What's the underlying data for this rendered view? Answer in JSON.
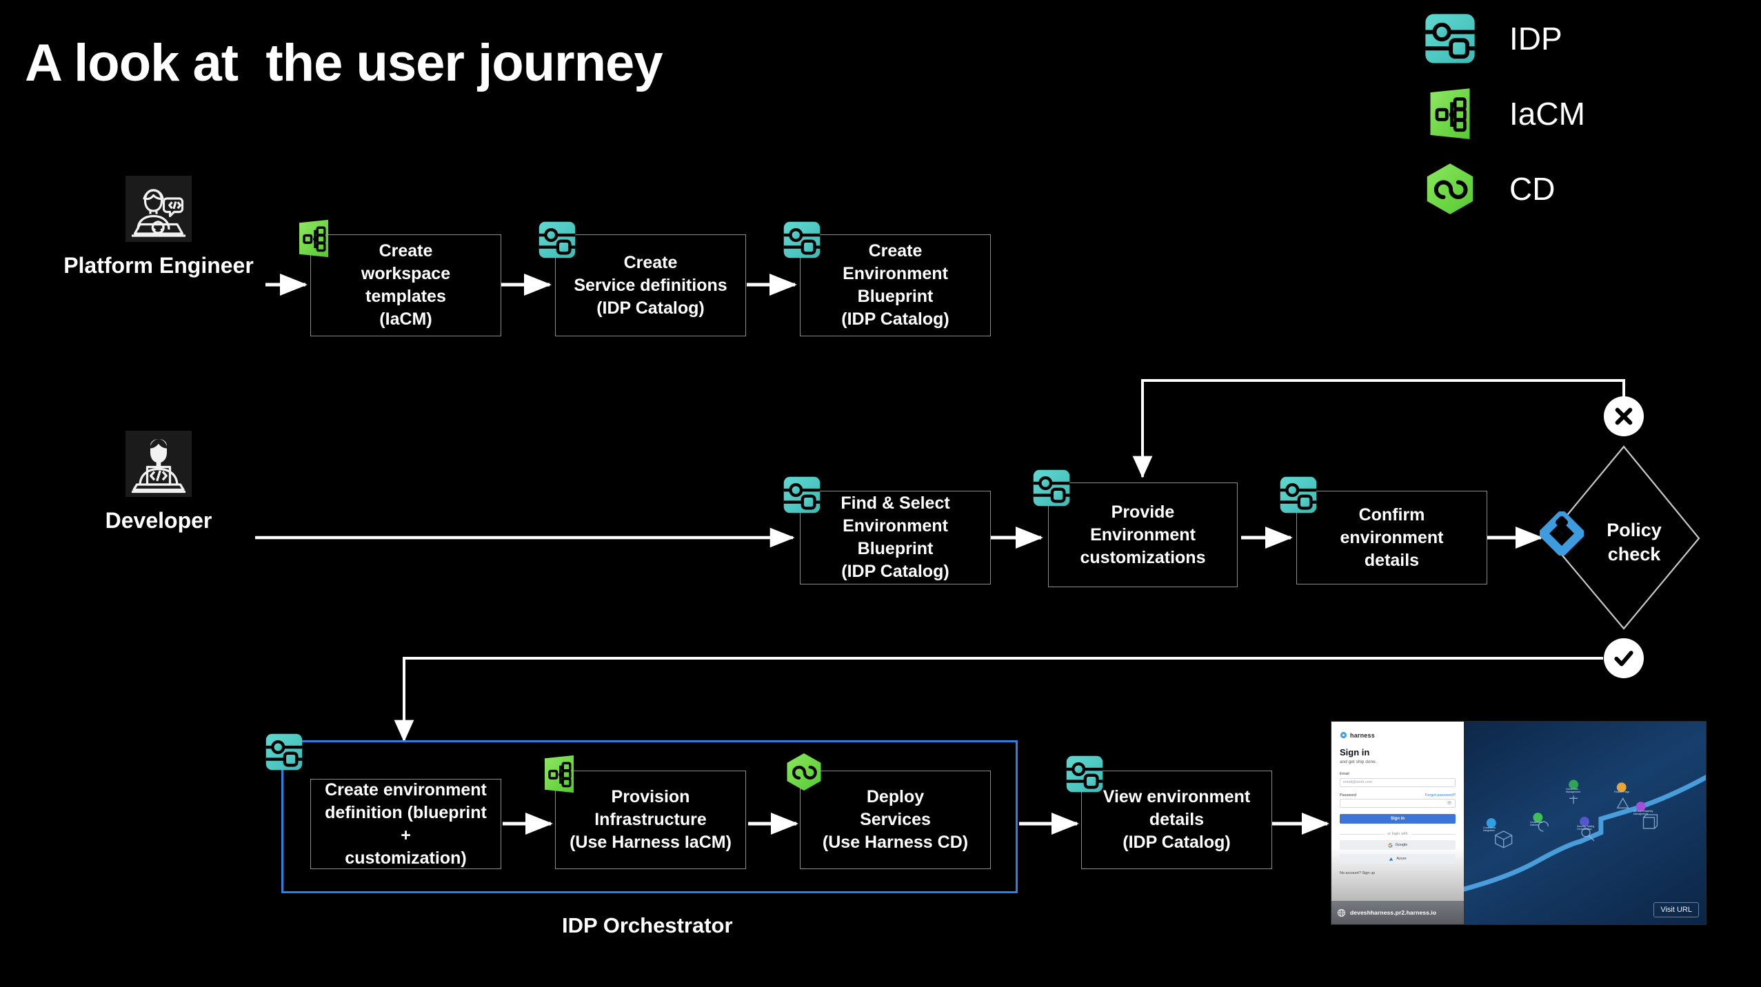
{
  "slide": {
    "title": "A look at  the user journey",
    "background_color": "#000000"
  },
  "legend": {
    "items": [
      {
        "label": "IDP",
        "icon": "idp-module-icon",
        "color": "#4ecfc6"
      },
      {
        "label": "IaCM",
        "icon": "iacm-module-icon",
        "color": "#73dd4c"
      },
      {
        "label": "CD",
        "icon": "cd-module-icon",
        "color": "#6fd44a"
      }
    ]
  },
  "actors": [
    {
      "label": "Platform Engineer",
      "icon": "platform-engineer-avatar"
    },
    {
      "label": "Developer",
      "icon": "developer-avatar"
    }
  ],
  "rows": {
    "platform_engineer": {
      "steps": [
        {
          "badge": "iacm-module-icon",
          "text": "Create\nworkspace templates\n(IaCM)"
        },
        {
          "badge": "idp-module-icon",
          "text": "Create\nService definitions\n(IDP Catalog)"
        },
        {
          "badge": "idp-module-icon",
          "text": "Create\nEnvironment Blueprint\n(IDP Catalog)"
        }
      ]
    },
    "developer": {
      "steps": [
        {
          "badge": "idp-module-icon",
          "text": "Find & Select\nEnvironment Blueprint\n(IDP Catalog)"
        },
        {
          "badge": "idp-module-icon",
          "text": "Provide\nEnvironment\ncustomizations"
        },
        {
          "badge": "idp-module-icon",
          "text": "Confirm environment\ndetails"
        }
      ],
      "decision": {
        "label": "Policy\ncheck",
        "icon": "policy-check-icon",
        "icon_color": "#3d9ce0",
        "fail_marker": "x-circle-icon",
        "pass_marker": "check-circle-icon"
      }
    },
    "orchestrator": {
      "group_label": "IDP Orchestrator",
      "group_border_color": "#2f7fe0",
      "entry_badge": "idp-module-icon",
      "steps": [
        {
          "badge": "",
          "text": "Create environment\ndefinition (blueprint +\ncustomization)"
        },
        {
          "badge": "iacm-module-icon",
          "text": "Provision\nInfrastructure\n(Use Harness IaCM)"
        },
        {
          "badge": "cd-module-icon",
          "text": "Deploy\nServices\n(Use Harness CD)"
        }
      ],
      "outside_step": {
        "badge": "idp-module-icon",
        "text": "View environment\ndetails\n(IDP Catalog)"
      }
    }
  },
  "preview": {
    "brand": "harness",
    "heading": "Sign in",
    "subheading": "and get ship done.",
    "email_label": "Email",
    "email_placeholder": "email@work.com",
    "password_label": "Password",
    "forgot_link": "Forgot password?",
    "signin_button": "Sign in",
    "divider_text": "or login with",
    "oauth": [
      "Google",
      "Azure"
    ],
    "footnote": "No account? Sign up",
    "url": "deveshharness.pr2.harness.io",
    "visit_button": "Visit URL",
    "illustration_nodes": [
      "Continuous\nIntegration",
      "Continuous\nDelivery",
      "Cloud Cost\nManagement",
      "Feature Flags",
      "Security Testing\nOrchestration",
      "Service Reliability\nManagement"
    ]
  }
}
